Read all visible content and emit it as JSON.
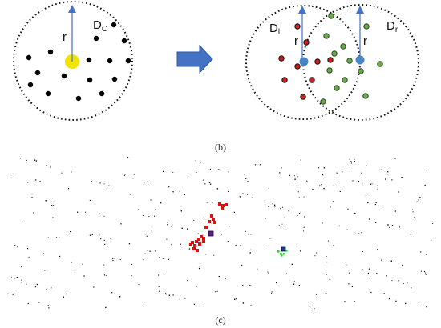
{
  "panel_b": {
    "left_disk_label_main": "D",
    "left_disk_label_sub": "C",
    "right_disk_left_label_main": "D",
    "right_disk_left_label_sub": "l",
    "right_disk_right_label_main": "D",
    "right_disk_right_label_sub": "r",
    "radius_label": "r",
    "caption": "(b)",
    "colors": {
      "black_point": "#000000",
      "center_point": "#f2e400",
      "center_point_right": "#4a84c4",
      "red_point": "#cc1f1f",
      "green_point": "#6aa84f",
      "arrow_fill": "#4472c4",
      "radius_line": "#4472c4"
    }
  },
  "panel_c": {
    "caption": "(c)",
    "colors": {
      "scan_points": "#000000",
      "red_cluster": "#e01010",
      "green_cluster": "#22dd22",
      "purple_marker": "#5b1f8f",
      "blue_marker": "#1b3a9a"
    }
  }
}
